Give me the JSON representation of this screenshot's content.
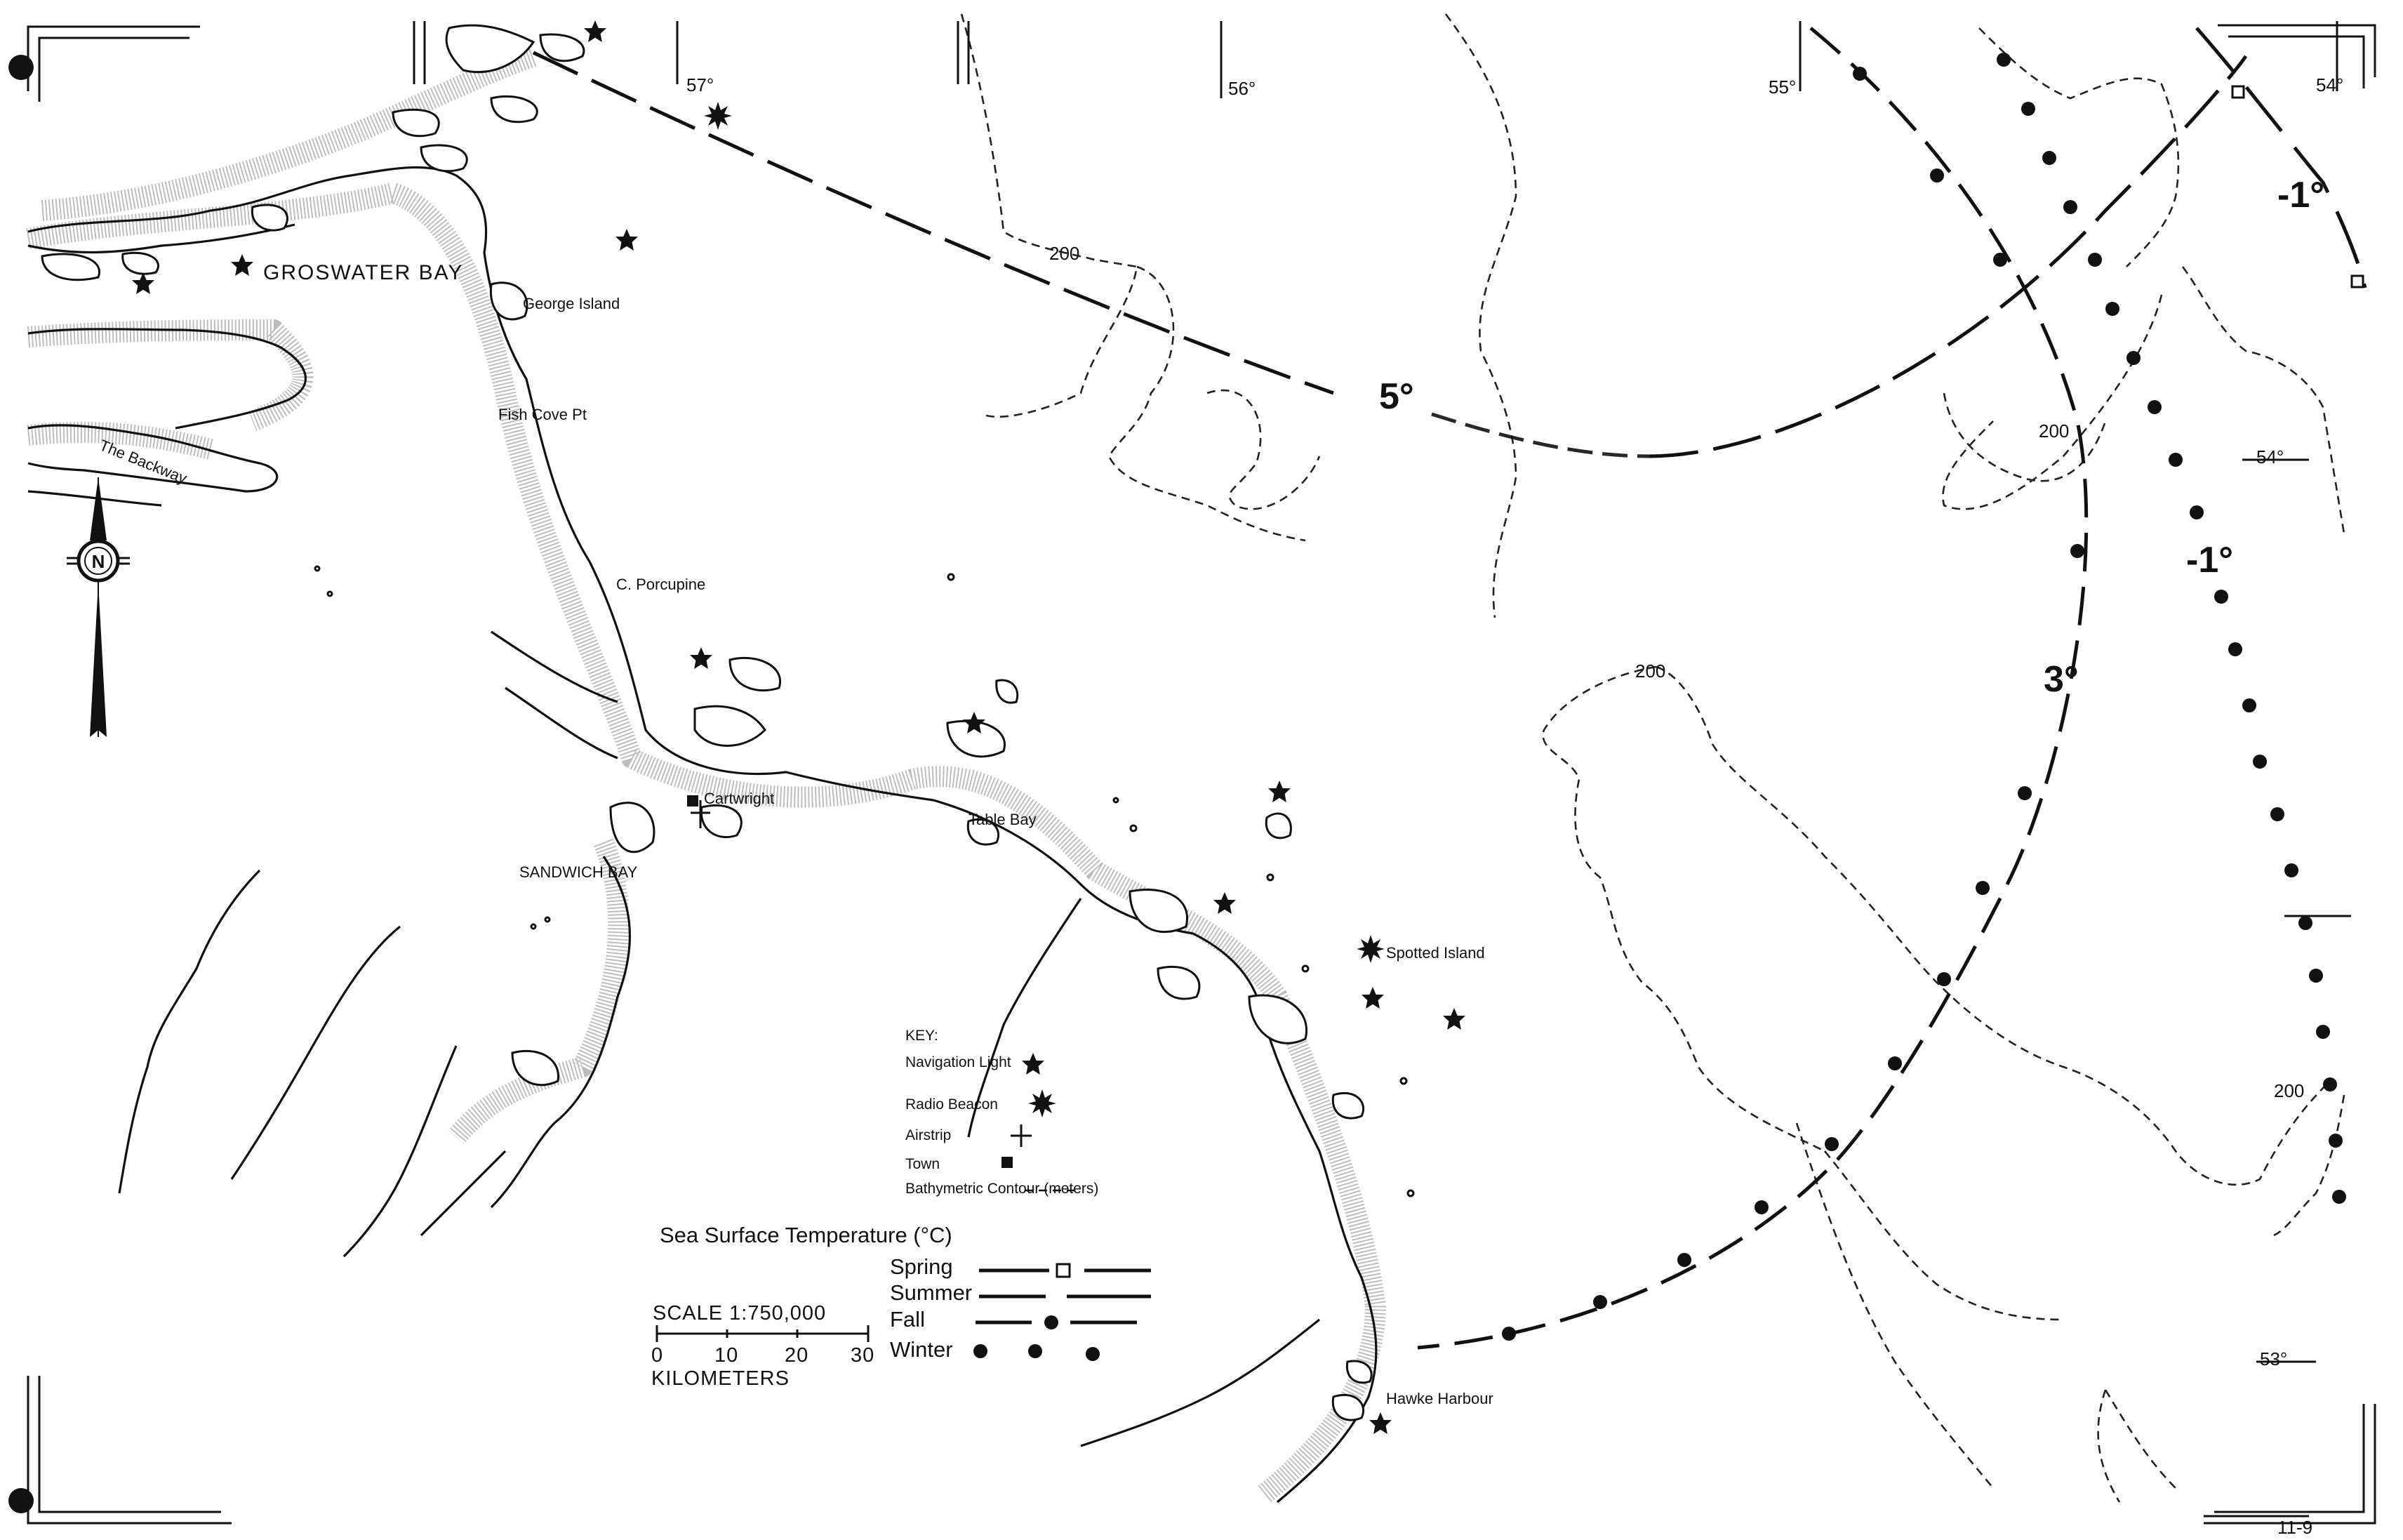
{
  "places": {
    "groswater_bay": "GROSWATER BAY",
    "george_island": "George Island",
    "fish_cove_pt": "Fish Cove Pt",
    "the_backway": "The Backway",
    "c_porcupine": "C. Porcupine",
    "cartwright": "Cartwright",
    "table_bay": "Table Bay",
    "sandwich_bay": "SANDWICH BAY",
    "spotted_island": "Spotted Island",
    "hawke_harbour": "Hawke Harbour"
  },
  "graticule": {
    "lon_57": "57°",
    "lon_56": "56°",
    "lon_55": "55°",
    "lon_54": "54°",
    "lat_54": "54°",
    "lat_53": "53°"
  },
  "compass": {
    "letter": "N"
  },
  "isotherms": {
    "summer_label": "5°",
    "fall_label": "3°",
    "spring_label": "-1°",
    "winter_label": "-1°"
  },
  "depth_labels": {
    "contour_a": "200",
    "contour_b": "200",
    "contour_c": "200",
    "contour_d": "200"
  },
  "key": {
    "title": "KEY:",
    "navigation_light": "Navigation Light",
    "radio_beacon": "Radio Beacon",
    "airstrip": "Airstrip",
    "town": "Town",
    "bathymetric_contour": "Bathymetric Contour (meters)"
  },
  "sst_legend": {
    "title": "Sea Surface Temperature (°C)",
    "spring": "Spring",
    "summer": "Summer",
    "fall": "Fall",
    "winter": "Winter"
  },
  "scale": {
    "label": "SCALE 1:750,000",
    "ticks": [
      "0",
      "10",
      "20",
      "30"
    ],
    "units": "KILOMETERS"
  },
  "page_number": "11-9",
  "colors": {
    "ink": "#111111",
    "shore_stipple": "#bdbdbd",
    "paper": "#ffffff"
  },
  "icons": {
    "navigation_light": "star-icon",
    "radio_beacon": "starburst-icon",
    "airstrip": "cross-icon",
    "town": "square-icon",
    "north": "compass-rose-icon"
  }
}
